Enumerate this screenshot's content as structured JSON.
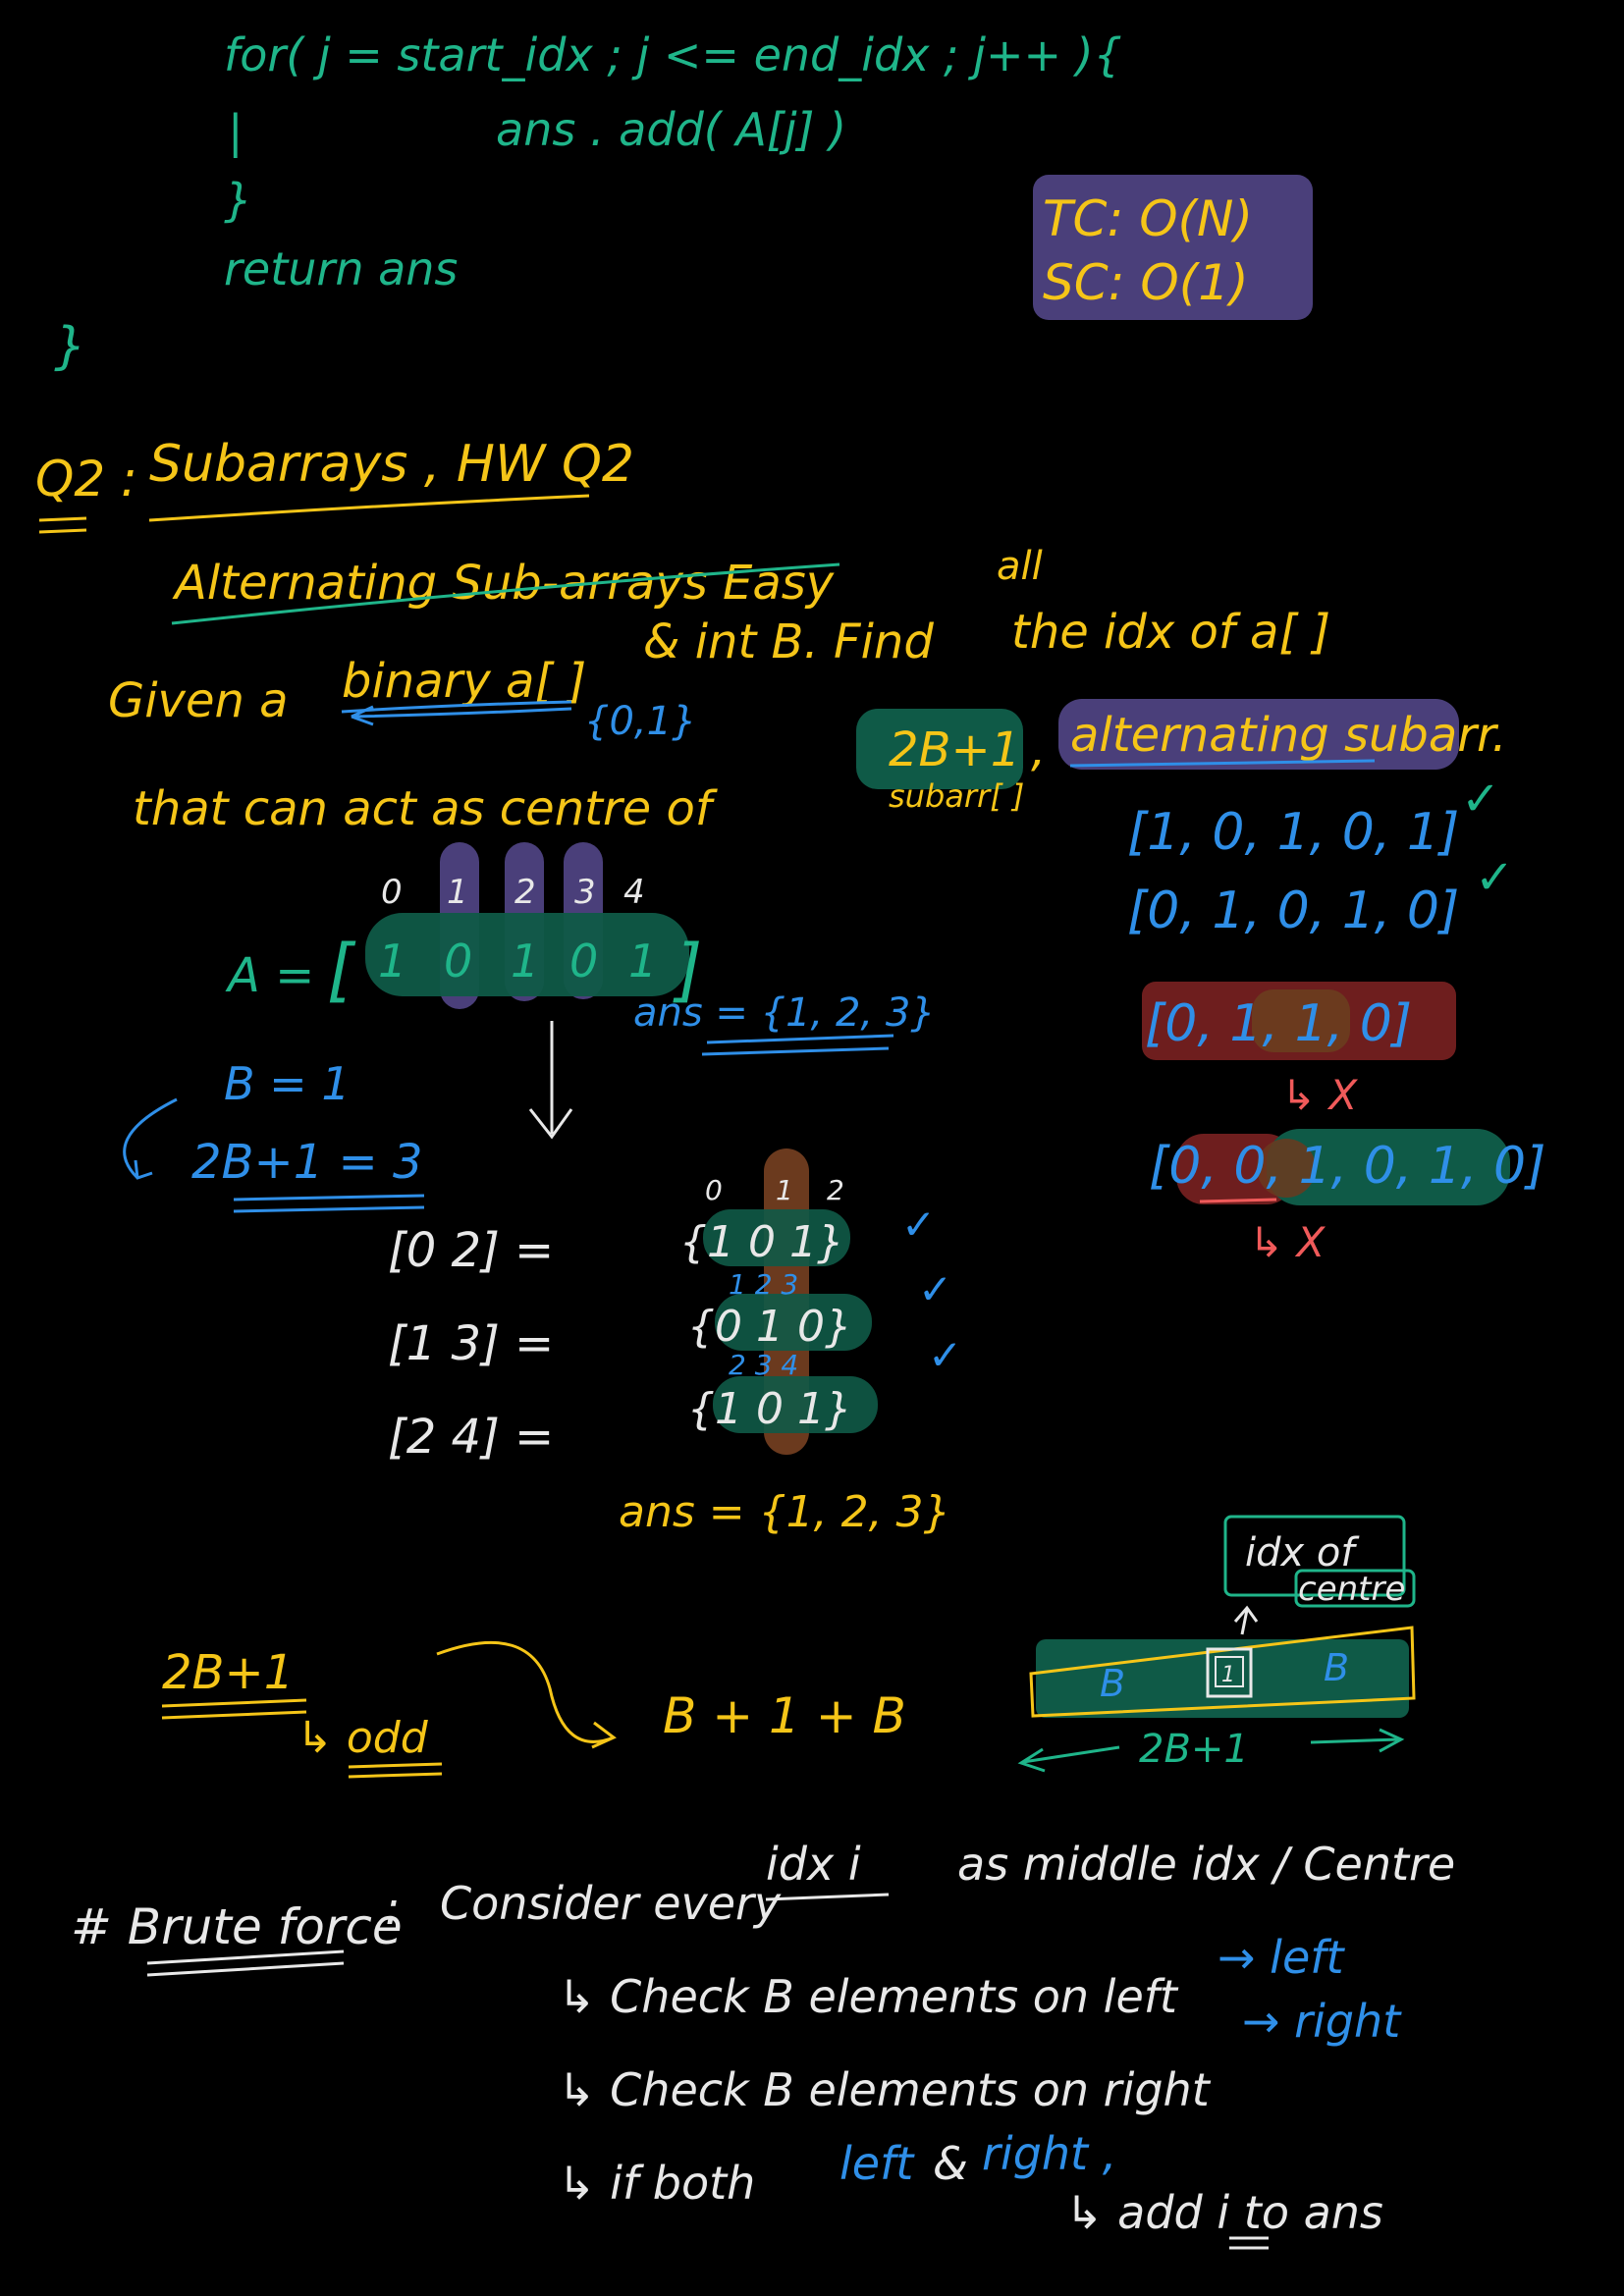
{
  "colors": {
    "background": "#000000",
    "teal": "#1fb58a",
    "yellow": "#f5c518",
    "blue": "#2f8fe8",
    "white": "#e8e8e8",
    "red": "#f05a5a",
    "purple_hl": "#4a3f7a",
    "green_hl": "#0f5a47",
    "brown_hl": "#6b3a1e",
    "maroon_hl": "#6e1e1e"
  },
  "code": {
    "for_line": "for( j = start_idx ; j <= end_idx ; j++ ){",
    "pipe": "|",
    "add_line": "ans . add( A[j] )",
    "close_inner": "}",
    "return_line": "return ans",
    "close_outer": "}"
  },
  "complexity": {
    "tc": "TC: O(N)",
    "sc": "SC: O(1)"
  },
  "q2": {
    "label": "Q2 :",
    "title": "Subarrays , HW Q2",
    "subtitle": "Alternating Sub-arrays Easy"
  },
  "problem": {
    "all_insert": "all",
    "line1_given": "Given a",
    "line1_binary": "binary a[ ]",
    "line1_rest": "& int B. Find",
    "line1_tail": "the idx of a[ ]",
    "set01": "{0,1}",
    "line2_start": "that can act as centre of",
    "box_2b1": "2B+1",
    "comma": ",",
    "alt_subarr": "alternating subarr.",
    "subarr_note": "subarr[ ]"
  },
  "example": {
    "indices": [
      "0",
      "1",
      "2",
      "3",
      "4"
    ],
    "a_label": "A =",
    "values": [
      "1",
      "0",
      "1",
      "0",
      "1"
    ],
    "ans_line": "ans = {1, 2, 3}",
    "b_line": "B = 1",
    "twob_line": "2B+1 = 3"
  },
  "windows": {
    "sub_indices": [
      "0",
      "1",
      "2"
    ],
    "rows": [
      {
        "range": "[0   2] =",
        "vals": "{1  0  1}",
        "idx": ""
      },
      {
        "range": "[1   3] =",
        "vals": "{0  1  0}",
        "idx": "1  2  3"
      },
      {
        "range": "[2   4] =",
        "vals": "{1  0  1}",
        "idx": "2  3  4"
      }
    ],
    "ans_line": "ans = {1, 2, 3}",
    "check": "✓"
  },
  "side_examples": {
    "ex1": "[1, 0, 1, 0, 1]",
    "ex2": "[0, 1, 0, 1, 0]",
    "ex3": "[0, 1, 1, 0]",
    "ex4": "[0, 0, 1, 0, 1, 0]",
    "cross": "↳ X",
    "check": "✓"
  },
  "odd_section": {
    "expr": "2B+1",
    "odd": "↳ odd",
    "b1b": "B + 1 + B"
  },
  "diagram": {
    "idx_label_1": "idx of",
    "idx_label_2": "centre",
    "left_b": "B",
    "center": "1",
    "right_b": "B",
    "span": "2B+1"
  },
  "brute": {
    "title": "# Brute force",
    "colon": ":",
    "line1": "Consider every",
    "line1_idx": "idx i",
    "line1_rest": "as middle idx / Centre",
    "check_left": "↳ Check B elements on left",
    "arrow_left": "→ left",
    "check_right": "↳ Check B elements on right",
    "arrow_right": "→ right",
    "if_line": "↳ if both",
    "left_word": "left",
    "amp": "&",
    "right_word": "right ,",
    "add_line": "↳ add i to ans"
  }
}
